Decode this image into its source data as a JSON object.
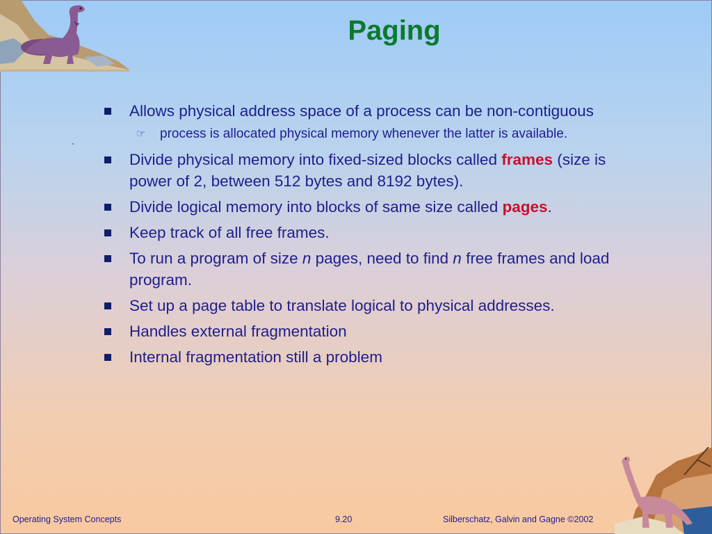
{
  "slide": {
    "title": "Paging",
    "bullets": [
      {
        "text": "Allows physical address space of a process can be non-contiguous"
      },
      {
        "sub": true,
        "text": "process is allocated physical memory whenever the latter is available."
      },
      {
        "parts": [
          "Divide physical memory into fixed-sized blocks called ",
          "frames",
          " (size is power of 2, between 512 bytes and 8192 bytes)."
        ]
      },
      {
        "parts": [
          "Divide logical memory into blocks of same size called ",
          "pages",
          "."
        ]
      },
      {
        "text": "Keep track of all free frames."
      },
      {
        "parts": [
          "To run a program of size ",
          "n",
          " pages, need to find ",
          "n",
          " free frames and load program."
        ]
      },
      {
        "text": "Set up a page table to translate logical to physical addresses."
      },
      {
        "text": "Handles external fragmentation"
      },
      {
        "text": "Internal fragmentation still a problem"
      }
    ]
  },
  "footer": {
    "left": "Operating System Concepts",
    "center": "9.20",
    "right": "Silberschatz, Galvin and  Gagne ©2002"
  },
  "icons": {
    "top_left": "dinosaur-trex-illustration",
    "bottom_right": "dinosaur-brontosaurus-illustration",
    "bullet": "square-bullet-icon",
    "sub_bullet": "pointing-hand-icon"
  },
  "colors": {
    "title": "#0b7a2c",
    "text": "#1e1e8c",
    "highlight": "#c8102e"
  }
}
